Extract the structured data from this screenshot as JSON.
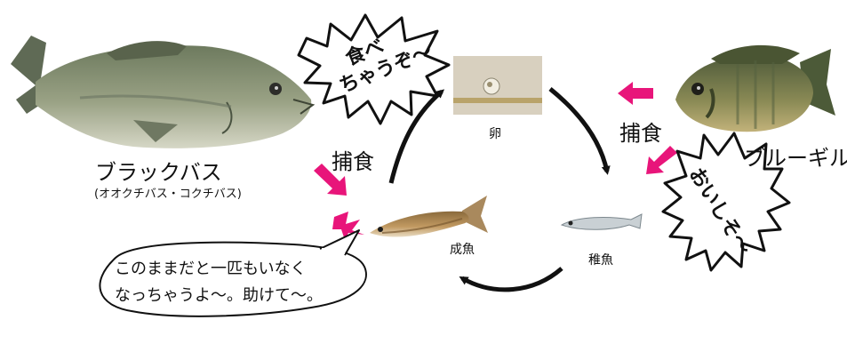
{
  "fish": {
    "bass": {
      "name": "ブラックバス",
      "aka": "(オオクチバス・コクチバス)"
    },
    "bluegill": {
      "name": "ブルーギル"
    }
  },
  "predation_label": "捕食",
  "stages": {
    "egg": "卵",
    "juvenile": "稚魚",
    "adult": "成魚"
  },
  "shouts": {
    "bass": {
      "line1": "食べ",
      "line2": "ちゃうぞ〜"
    },
    "bluegill": {
      "text": "おいしそ〜"
    }
  },
  "speech": {
    "line1": "このままだと一匹もいなく",
    "line2": "なっちゃうよ〜。助けて〜。"
  },
  "colors": {
    "accent": "#e8157a",
    "arrow": "#111111"
  }
}
